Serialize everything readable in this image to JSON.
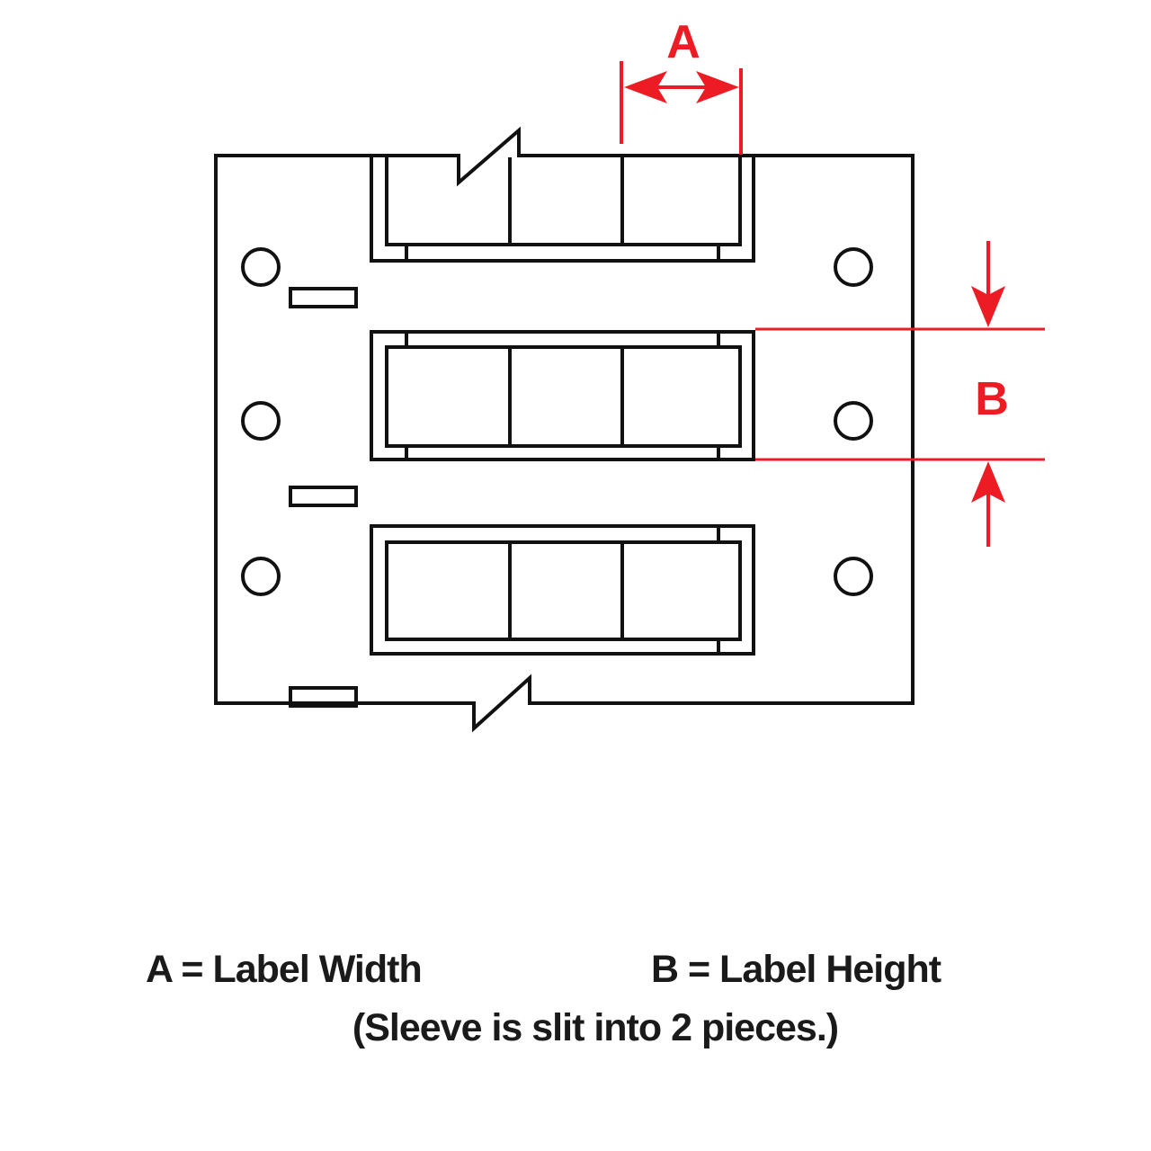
{
  "diagram": {
    "type": "label sleeve carrier drawing",
    "colors": {
      "line": "#111111",
      "dimension": "#ED1C24",
      "background": "#FFFFFF"
    },
    "dimensions": {
      "a": {
        "letter": "A",
        "meaning": "Label Width"
      },
      "b": {
        "letter": "B",
        "meaning": "Label Height"
      }
    },
    "carrier": {
      "sleeve_rows": 3,
      "cells_per_sleeve": 3,
      "sprocket_holes_per_side": 3,
      "slots_left_side": 3
    }
  },
  "legend": {
    "a_text": "A = Label Width",
    "b_text": "B = Label Height",
    "note": "(Sleeve is slit into 2 pieces.)"
  }
}
